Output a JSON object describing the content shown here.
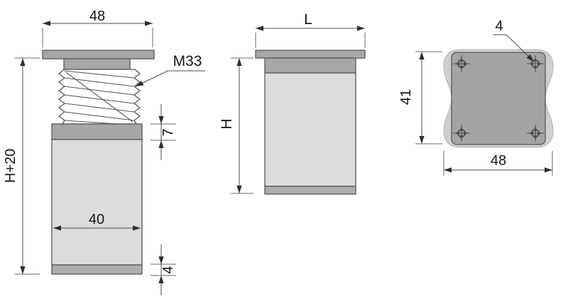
{
  "colors": {
    "metal_gray": "#a7a7a7",
    "body_gray": "#dcdcdc",
    "foot_gray": "#aeaeae",
    "plate_gray": "#a4a4a4",
    "lobe_gray": "#cfcfcf",
    "thread_white": "#ffffff"
  },
  "views": {
    "front": {
      "dim_top_width": "48",
      "thread_label": "M33",
      "dim_height": "H+20",
      "dim_collar_height": "7",
      "dim_body_width": "40",
      "dim_foot_height": "4"
    },
    "side": {
      "dim_top_width": "L",
      "dim_height": "H"
    },
    "bottom": {
      "hole_label": "4",
      "dim_height": "41",
      "dim_width": "48"
    }
  }
}
